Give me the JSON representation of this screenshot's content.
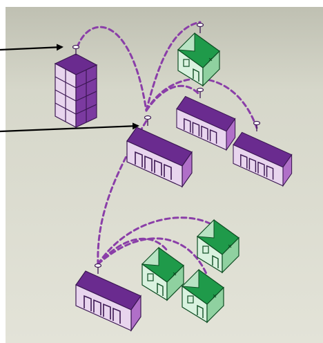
{
  "diagram": {
    "kind": "wireless-network-illustration",
    "colors": {
      "background_top": "#bfc0b2",
      "background_bottom": "#e1e1d6",
      "building_roof": "#6a2b8f",
      "building_side": "#b06fc8",
      "building_front": "#e8d5ee",
      "building_outline": "#3b1752",
      "house_roof": "#1f9a4a",
      "house_wall": "#d9f2df",
      "house_side": "#8fd1a0",
      "link_dashed": "#8a3ea8",
      "pointer_arrow": "#000000"
    },
    "nodes": [
      {
        "name": "office-tower",
        "icon": "office-tower-icon"
      },
      {
        "name": "hub-building",
        "icon": "warehouse-icon"
      },
      {
        "name": "warehouse-center",
        "icon": "warehouse-icon"
      },
      {
        "name": "warehouse-right",
        "icon": "warehouse-icon"
      },
      {
        "name": "warehouse-bottom",
        "icon": "warehouse-icon"
      },
      {
        "name": "house-top",
        "icon": "house-icon"
      },
      {
        "name": "house-mid-right",
        "icon": "house-icon"
      },
      {
        "name": "house-bottom-left",
        "icon": "house-icon"
      },
      {
        "name": "house-bottom-right",
        "icon": "house-icon"
      }
    ],
    "links": [
      {
        "from": "hub-building",
        "to": "office-tower"
      },
      {
        "from": "hub-building",
        "to": "house-top"
      },
      {
        "from": "hub-building",
        "to": "warehouse-center"
      },
      {
        "from": "hub-building",
        "to": "warehouse-right"
      },
      {
        "from": "hub-building",
        "to": "warehouse-bottom"
      },
      {
        "from": "warehouse-bottom",
        "to": "house-mid-right"
      },
      {
        "from": "warehouse-bottom",
        "to": "house-bottom-left"
      },
      {
        "from": "warehouse-bottom",
        "to": "house-bottom-right"
      }
    ],
    "pointers": [
      {
        "target": "office-tower"
      },
      {
        "target": "hub-building"
      }
    ]
  }
}
